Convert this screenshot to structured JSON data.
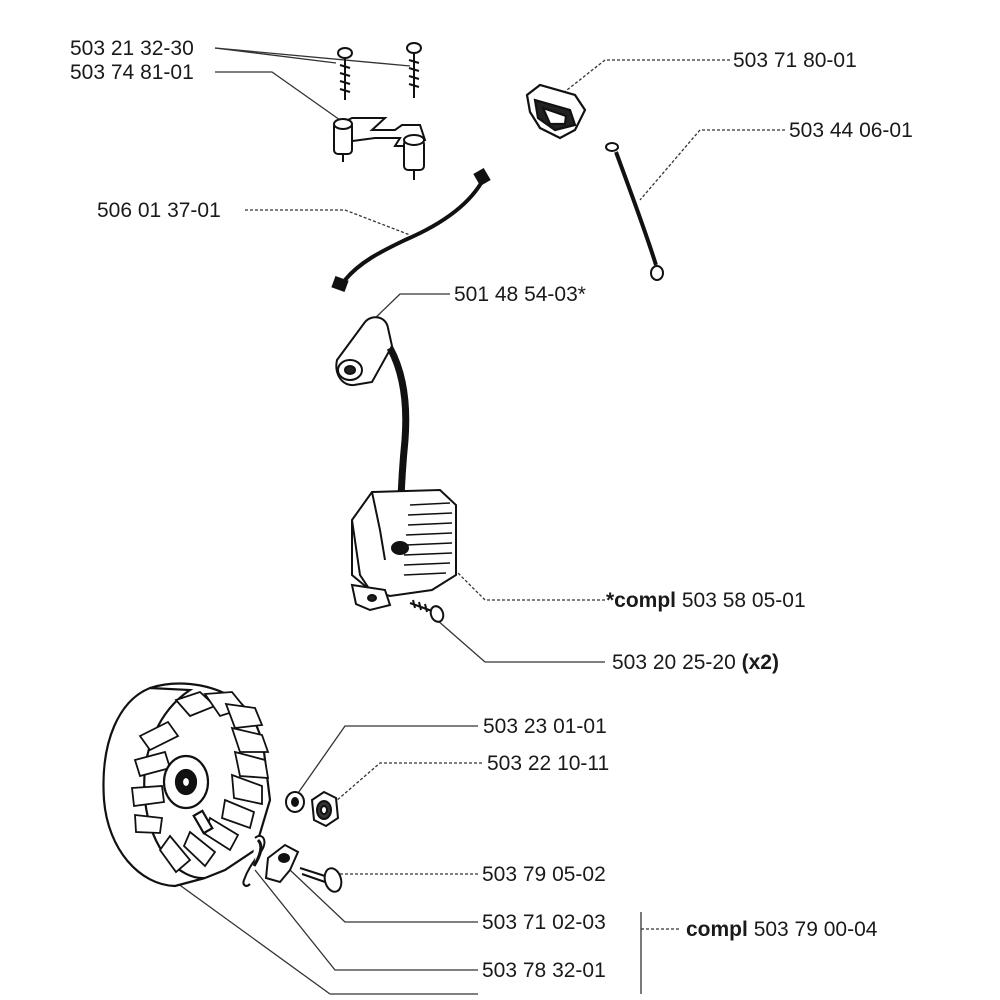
{
  "labels": {
    "screw_top": "503 21 32-30",
    "bracket": "503 74 81-01",
    "cable": "506 01 37-01",
    "cap": "503 71 80-01",
    "wire": "503 44 06-01",
    "coil_part": "501 48 54-03*",
    "coil_compl_prefix": "*compl",
    "coil_compl": "503 58 05-01",
    "coil_screw": "503 20 25-20",
    "coil_screw_qty": "(x2)",
    "washer": "503 23 01-01",
    "nut": "503 22 10-11",
    "pawl_bolt": "503 79 05-02",
    "pawl": "503 71 02-03",
    "spring": "503 78 32-01",
    "starter_compl_prefix": "compl",
    "starter_compl": "503 79 00-04"
  }
}
